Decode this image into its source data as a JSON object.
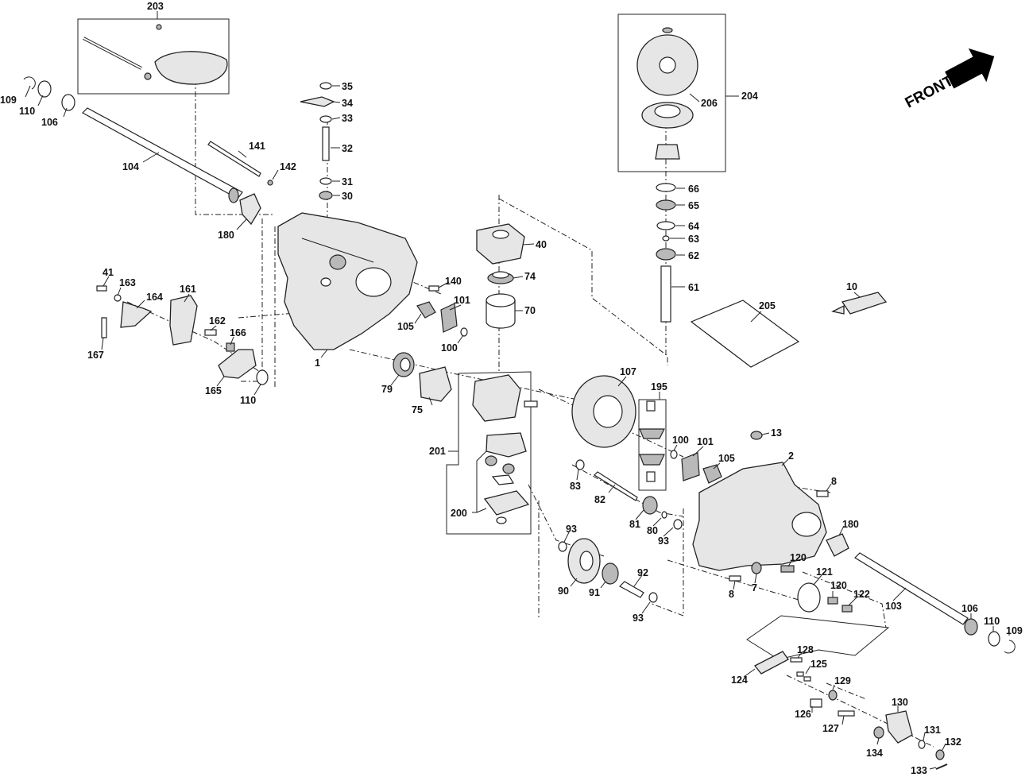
{
  "diagram": {
    "front_label": "FRONT",
    "callouts": [
      {
        "id": "c203",
        "text": "203"
      },
      {
        "id": "c109a",
        "text": "109"
      },
      {
        "id": "c110a",
        "text": "110"
      },
      {
        "id": "c106a",
        "text": "106"
      },
      {
        "id": "c104",
        "text": "104"
      },
      {
        "id": "c141",
        "text": "141"
      },
      {
        "id": "c142",
        "text": "142"
      },
      {
        "id": "c180a",
        "text": "180"
      },
      {
        "id": "c35",
        "text": "35"
      },
      {
        "id": "c34",
        "text": "34"
      },
      {
        "id": "c33",
        "text": "33"
      },
      {
        "id": "c32",
        "text": "32"
      },
      {
        "id": "c31",
        "text": "31"
      },
      {
        "id": "c30",
        "text": "30"
      },
      {
        "id": "c41",
        "text": "41"
      },
      {
        "id": "c163",
        "text": "163"
      },
      {
        "id": "c164",
        "text": "164"
      },
      {
        "id": "c161",
        "text": "161"
      },
      {
        "id": "c162",
        "text": "162"
      },
      {
        "id": "c166",
        "text": "166"
      },
      {
        "id": "c167",
        "text": "167"
      },
      {
        "id": "c165",
        "text": "165"
      },
      {
        "id": "c110b",
        "text": "110"
      },
      {
        "id": "c1",
        "text": "1"
      },
      {
        "id": "c140",
        "text": "140"
      },
      {
        "id": "c101a",
        "text": "101"
      },
      {
        "id": "c105a",
        "text": "105"
      },
      {
        "id": "c100a",
        "text": "100"
      },
      {
        "id": "c40",
        "text": "40"
      },
      {
        "id": "c74",
        "text": "74"
      },
      {
        "id": "c70",
        "text": "70"
      },
      {
        "id": "c79",
        "text": "79"
      },
      {
        "id": "c75",
        "text": "75"
      },
      {
        "id": "c201",
        "text": "201"
      },
      {
        "id": "c200",
        "text": "200"
      },
      {
        "id": "c204",
        "text": "204"
      },
      {
        "id": "c206",
        "text": "206"
      },
      {
        "id": "c66",
        "text": "66"
      },
      {
        "id": "c65",
        "text": "65"
      },
      {
        "id": "c64",
        "text": "64"
      },
      {
        "id": "c63",
        "text": "63"
      },
      {
        "id": "c62",
        "text": "62"
      },
      {
        "id": "c61",
        "text": "61"
      },
      {
        "id": "c10",
        "text": "10"
      },
      {
        "id": "c205",
        "text": "205"
      },
      {
        "id": "c107",
        "text": "107"
      },
      {
        "id": "c195",
        "text": "195"
      },
      {
        "id": "c100b",
        "text": "100"
      },
      {
        "id": "c101b",
        "text": "101"
      },
      {
        "id": "c105b",
        "text": "105"
      },
      {
        "id": "c13",
        "text": "13"
      },
      {
        "id": "c2",
        "text": "2"
      },
      {
        "id": "c8a",
        "text": "8"
      },
      {
        "id": "c83",
        "text": "83"
      },
      {
        "id": "c82",
        "text": "82"
      },
      {
        "id": "c81",
        "text": "81"
      },
      {
        "id": "c80",
        "text": "80"
      },
      {
        "id": "c93a",
        "text": "93"
      },
      {
        "id": "c93b",
        "text": "93"
      },
      {
        "id": "c90",
        "text": "90"
      },
      {
        "id": "c91",
        "text": "91"
      },
      {
        "id": "c92",
        "text": "92"
      },
      {
        "id": "c93c",
        "text": "93"
      },
      {
        "id": "c180b",
        "text": "180"
      },
      {
        "id": "c120a",
        "text": "120"
      },
      {
        "id": "c121",
        "text": "121"
      },
      {
        "id": "c120b",
        "text": "120"
      },
      {
        "id": "c122",
        "text": "122"
      },
      {
        "id": "c8b",
        "text": "8"
      },
      {
        "id": "c7",
        "text": "7"
      },
      {
        "id": "c103",
        "text": "103"
      },
      {
        "id": "c106b",
        "text": "106"
      },
      {
        "id": "c110c",
        "text": "110"
      },
      {
        "id": "c109b",
        "text": "109"
      },
      {
        "id": "c128",
        "text": "128"
      },
      {
        "id": "c125",
        "text": "125"
      },
      {
        "id": "c124",
        "text": "124"
      },
      {
        "id": "c129",
        "text": "129"
      },
      {
        "id": "c126",
        "text": "126"
      },
      {
        "id": "c127",
        "text": "127"
      },
      {
        "id": "c130",
        "text": "130"
      },
      {
        "id": "c131",
        "text": "131"
      },
      {
        "id": "c132",
        "text": "132"
      },
      {
        "id": "c134",
        "text": "134"
      },
      {
        "id": "c133",
        "text": "133"
      }
    ]
  }
}
